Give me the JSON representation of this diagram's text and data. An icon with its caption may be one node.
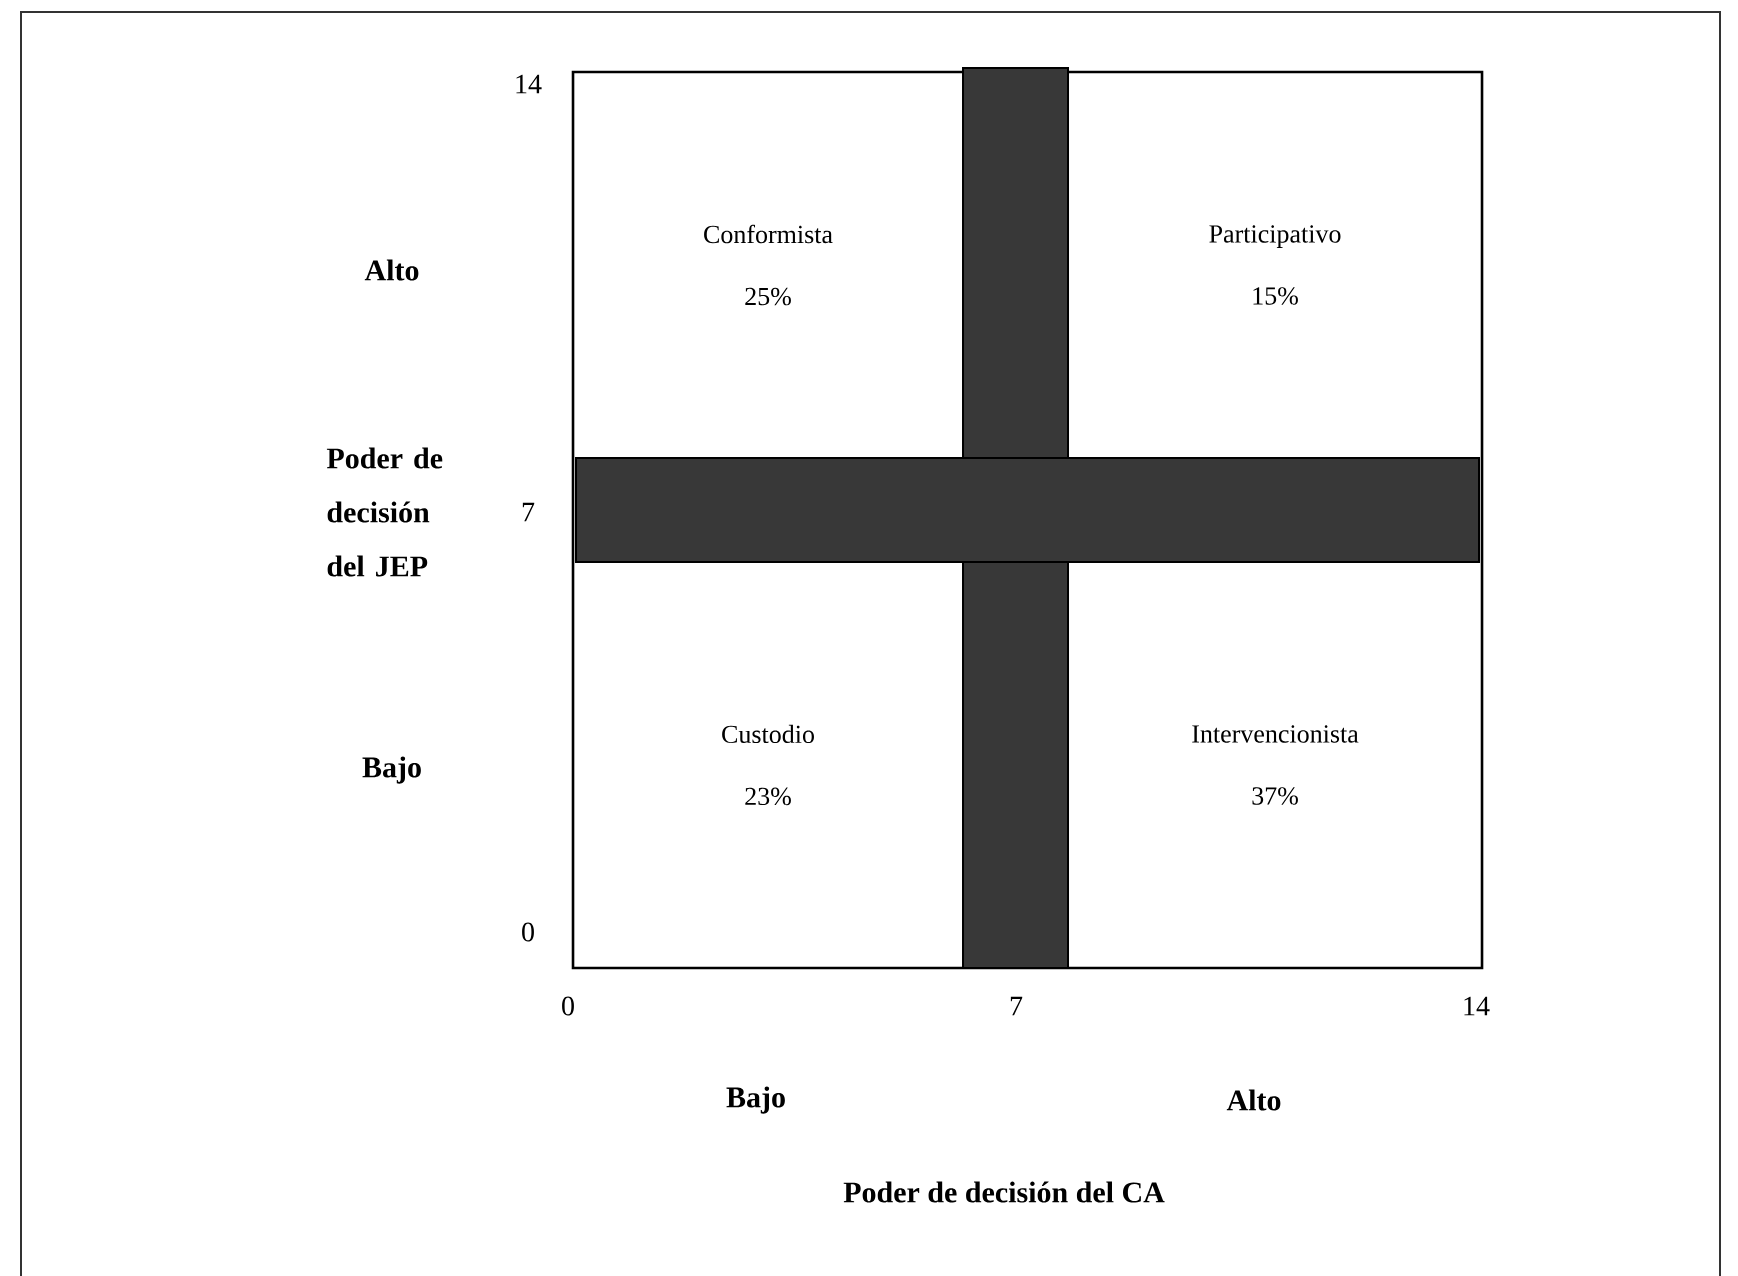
{
  "diagram": {
    "nodes": [
      {
        "text": [
          "Conformista",
          "25%"
        ]
      },
      {
        "text": [
          "Participativo",
          "15%"
        ]
      },
      {
        "text": [
          "Custodio",
          "23%"
        ]
      },
      {
        "text": [
          "Intervencionista",
          "37%"
        ]
      }
    ],
    "labels": [
      "14",
      "Alto",
      "Poder de decisión del JEP",
      "7",
      "Bajo",
      "0",
      "0",
      "7",
      "14",
      "Bajo",
      "Alto",
      "Poder de decisión del CA"
    ]
  }
}
